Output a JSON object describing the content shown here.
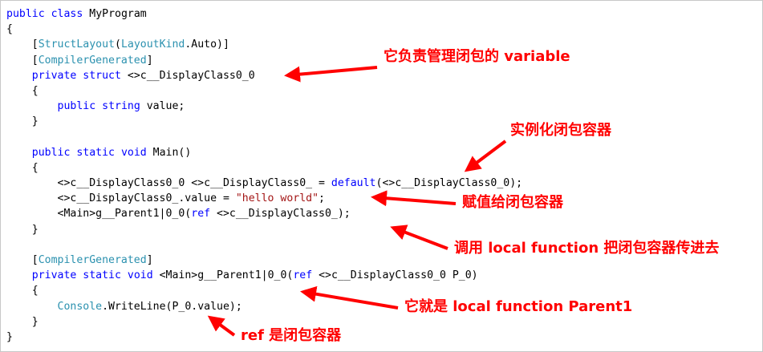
{
  "code_lines": [
    [
      {
        "t": "public class ",
        "c": "kw-plain"
      },
      {
        "t": "MyProgram",
        "c": "plain"
      }
    ],
    [
      {
        "t": "{",
        "c": "plain"
      }
    ],
    [
      {
        "t": "    [StructLayout(LayoutKind.Auto)]",
        "c": "plain"
      }
    ],
    [
      {
        "t": "    [CompilerGenerated]",
        "c": "plain"
      }
    ],
    [
      {
        "t": "    private struct ",
        "c": "plain"
      },
      {
        "t": "<>c__DisplayClass0_0",
        "c": "plain"
      }
    ],
    [
      {
        "t": "    {",
        "c": "plain"
      }
    ],
    [
      {
        "t": "        public ",
        "c": "plain"
      },
      {
        "t": "string",
        "c": "kw"
      },
      {
        "t": " value;",
        "c": "plain"
      }
    ],
    [
      {
        "t": "    }",
        "c": "plain"
      }
    ],
    [
      {
        "t": "",
        "c": "plain"
      }
    ],
    [
      {
        "t": "    public static void Main()",
        "c": "plain"
      }
    ],
    [
      {
        "t": "    {",
        "c": "plain"
      }
    ],
    [
      {
        "t": "        <>c__DisplayClass0_0 <>c__DisplayClass0_ = ",
        "c": "plain"
      },
      {
        "t": "default",
        "c": "plain"
      },
      {
        "t": "(<>c__DisplayClass0_0);",
        "c": "plain"
      }
    ],
    [
      {
        "t": "        <>c__DisplayClass0_.value = ",
        "c": "plain"
      },
      {
        "t": "\"hello world\"",
        "c": "st"
      },
      {
        "t": ";",
        "c": "plain"
      }
    ],
    [
      {
        "t": "        <Main>g__Parent1|0_0(",
        "c": "plain"
      },
      {
        "t": "ref",
        "c": "plain"
      },
      {
        "t": " <>c__DisplayClass0_);",
        "c": "plain"
      }
    ],
    [
      {
        "t": "    }",
        "c": "plain"
      }
    ],
    [
      {
        "t": "",
        "c": "plain"
      }
    ],
    [
      {
        "t": "    [CompilerGenerated]",
        "c": "plain"
      }
    ],
    [
      {
        "t": "    private static void ",
        "c": "plain"
      },
      {
        "t": "<Main>g__Parent1|0_0(",
        "c": "plain"
      },
      {
        "t": "ref",
        "c": "plain"
      },
      {
        "t": " <>c__DisplayClass0_0 P_0)",
        "c": "plain"
      }
    ],
    [
      {
        "t": "    {",
        "c": "plain"
      }
    ],
    [
      {
        "t": "        Console.WriteLine(P_0.value);",
        "c": "plain"
      }
    ],
    [
      {
        "t": "    }",
        "c": "plain"
      }
    ],
    [
      {
        "t": "}",
        "c": "plain"
      }
    ]
  ],
  "annotations": {
    "display_class": "它负责管理闭包的 variable",
    "instantiate": "实例化闭包容器",
    "assign": "赋值给闭包容器",
    "call": "调用 local function 把闭包容器传进去",
    "local_function": "它就是 local function Parent1",
    "ref": "ref 是闭包容器"
  },
  "colors": {
    "keyword": "#0000ff",
    "type": "#2b91af",
    "string": "#a31515",
    "annotation": "#ff0000"
  }
}
